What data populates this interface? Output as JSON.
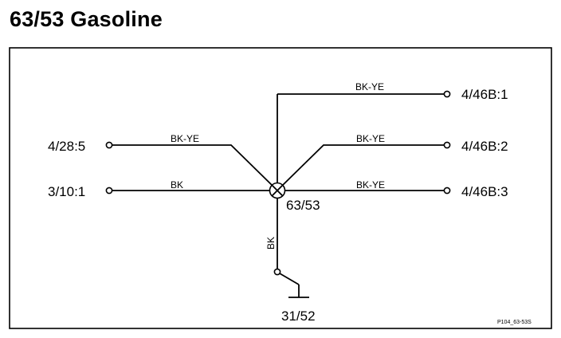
{
  "title": "63/53 Gasoline",
  "splice": {
    "label": "63/53"
  },
  "ground": {
    "label": "31/52"
  },
  "connectors_left": [
    {
      "label": "4/28:5",
      "wire_color": "BK-YE"
    },
    {
      "label": "3/10:1",
      "wire_color": "BK"
    }
  ],
  "connectors_right": [
    {
      "label": "4/46B:1",
      "wire_color": "BK-YE"
    },
    {
      "label": "4/46B:2",
      "wire_color": "BK-YE"
    },
    {
      "label": "4/46B:3",
      "wire_color": "BK-YE"
    }
  ],
  "ground_wire": {
    "wire_color": "BK"
  },
  "reference": "P104_63-53S"
}
